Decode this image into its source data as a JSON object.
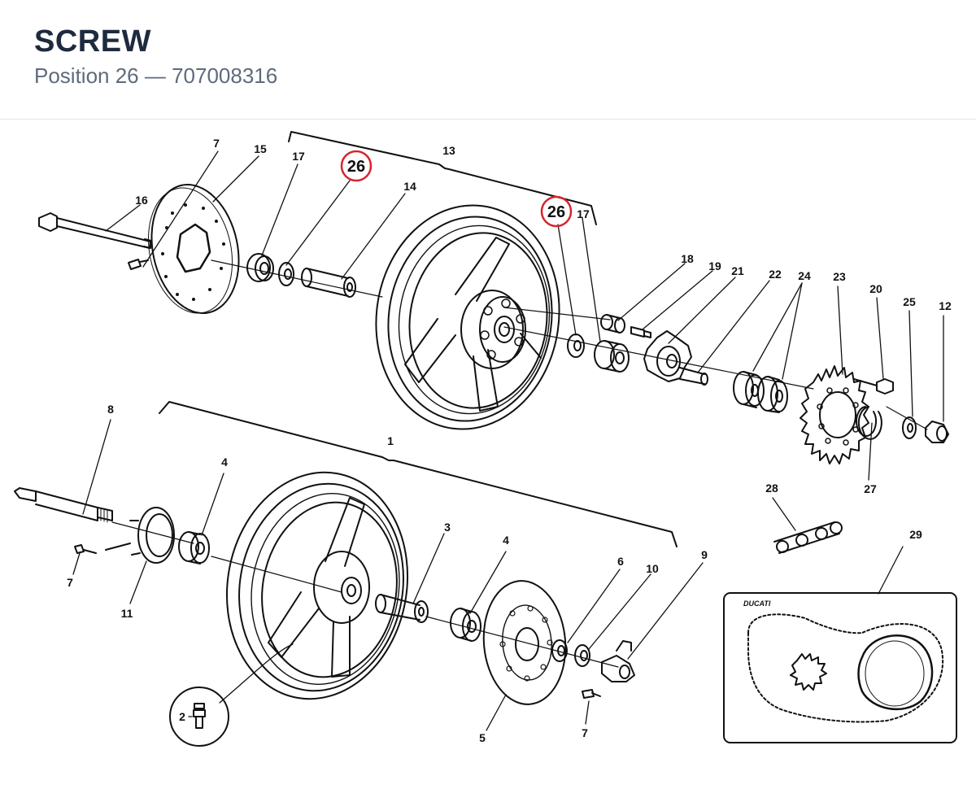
{
  "header": {
    "title": "SCREW",
    "subtitle": "Position 26 — 707008316"
  },
  "diagram": {
    "highlight_color": "#d6252f",
    "highlighted_position": "26",
    "brand_logo_text": "DUCATI",
    "labels": {
      "p7a": "7",
      "p15": "15",
      "p17a": "17",
      "p26a": "26",
      "p13": "13",
      "p14": "14",
      "p16": "16",
      "p26b": "26",
      "p17b": "17",
      "p18": "18",
      "p19": "19",
      "p21": "21",
      "p22": "22",
      "p24": "24",
      "p23": "23",
      "p20": "20",
      "p25": "25",
      "p12": "12",
      "p27": "27",
      "p8": "8",
      "p1": "1",
      "p4a": "4",
      "p3": "3",
      "p4b": "4",
      "p6": "6",
      "p10": "10",
      "p9": "9",
      "p7b": "7",
      "p11": "11",
      "p2": "2",
      "p5": "5",
      "p7c": "7",
      "p28": "28",
      "p29": "29"
    }
  }
}
